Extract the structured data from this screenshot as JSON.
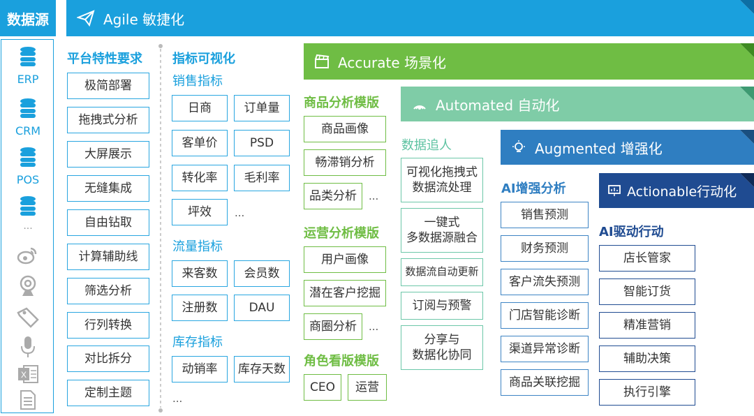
{
  "sidebar": {
    "title": "数据源",
    "sources": [
      "ERP",
      "CRM",
      "POS"
    ],
    "more": "...",
    "icons": [
      "database-icon",
      "weibo-icon",
      "camera-icon",
      "tag-icon",
      "microphone-icon",
      "excel-icon",
      "document-icon"
    ]
  },
  "banners": {
    "agile": "Agile 敏捷化",
    "accurate": "Accurate 场景化",
    "automated": "Automated 自动化",
    "augmented": "Augmented 增强化",
    "actionable": "Actionable行动化"
  },
  "platform": {
    "heading": "平台特性要求",
    "items": [
      "极简部署",
      "拖拽式分析",
      "大屏展示",
      "无缝集成",
      "自由钻取",
      "计算辅助线",
      "筛选分析",
      "行列转换",
      "对比拆分",
      "定制主题"
    ]
  },
  "metrics": {
    "heading": "指标可视化",
    "sales": {
      "heading": "销售指标",
      "items": [
        "日商",
        "订单量",
        "客单价",
        "PSD",
        "转化率",
        "毛利率",
        "坪效"
      ],
      "more": "..."
    },
    "traffic": {
      "heading": "流量指标",
      "items": [
        "来客数",
        "会员数",
        "注册数",
        "DAU"
      ]
    },
    "inventory": {
      "heading": "库存指标",
      "items": [
        "动销率",
        "库存天数"
      ],
      "more": "..."
    }
  },
  "accurate": {
    "product": {
      "heading": "商品分析模版",
      "items": [
        "商品画像",
        "畅滞销分析",
        "品类分析"
      ],
      "more": "..."
    },
    "operation": {
      "heading": "运营分析模版",
      "items": [
        "用户画像",
        "潜在客户挖掘",
        "商圈分析"
      ],
      "more": "..."
    },
    "role": {
      "heading": "角色看版模版",
      "items": [
        "CEO",
        "运营"
      ]
    }
  },
  "automated": {
    "heading": "数据追人",
    "items": [
      {
        "line1": "可视化拖拽式",
        "line2": "数据流处理"
      },
      {
        "line1": "一键式",
        "line2": "多数据源融合"
      },
      {
        "line1": "数据流自动更新",
        "line2": ""
      },
      {
        "line1": "订阅与预警",
        "line2": ""
      },
      {
        "line1": "分享与",
        "line2": "数据化协同"
      }
    ]
  },
  "augmented": {
    "heading": "AI增强分析",
    "items": [
      "销售预测",
      "财务预测",
      "客户流失预测",
      "门店智能诊断",
      "渠道异常诊断",
      "商品关联挖掘"
    ]
  },
  "actionable": {
    "heading": "AI驱动行动",
    "items": [
      "店长管家",
      "智能订货",
      "精准营销",
      "辅助决策",
      "执行引擎"
    ]
  },
  "colors": {
    "agile": "#1aa0dd",
    "accurate": "#6fbd44",
    "automated": "#7fcca7",
    "augmented": "#2f7ec1",
    "actionable": "#1f4b91"
  }
}
